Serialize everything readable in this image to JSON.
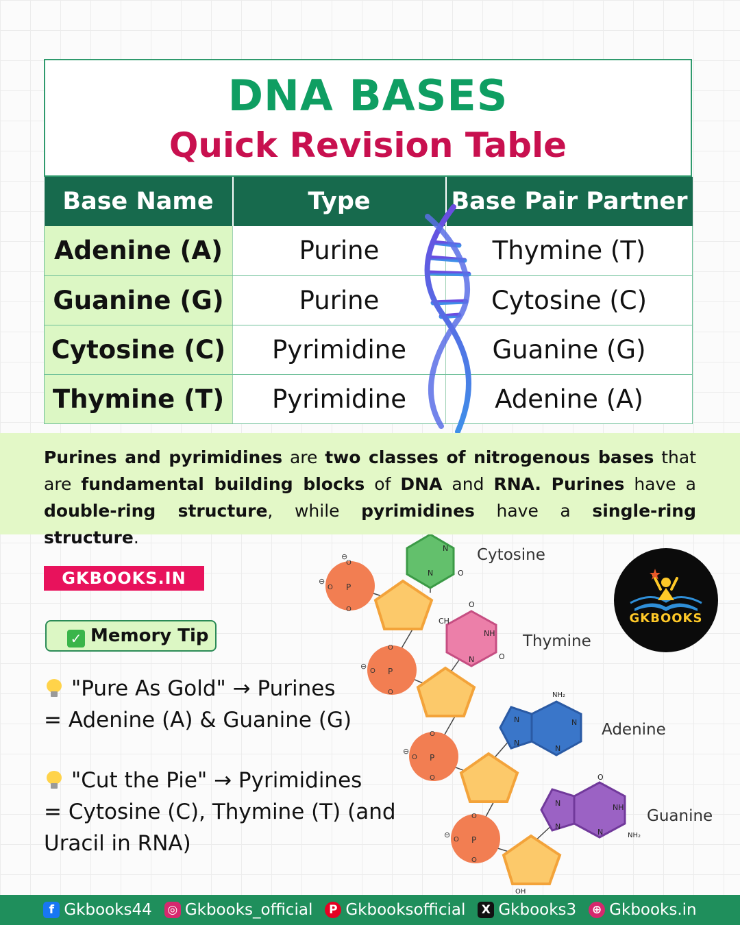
{
  "header": {
    "title": "DNA BASES",
    "subtitle": "Quick Revision Table"
  },
  "table": {
    "columns": [
      "Base Name",
      "Type",
      "Base Pair Partner"
    ],
    "rows": [
      {
        "name": "Adenine (A)",
        "type": "Purine",
        "partner": "Thymine (T)"
      },
      {
        "name": "Guanine (G)",
        "type": "Purine",
        "partner": "Cytosine (C)"
      },
      {
        "name": "Cytosine (C)",
        "type": "Pyrimidine",
        "partner": "Guanine (G)"
      },
      {
        "name": "Thymine (T)",
        "type": "Pyrimidine",
        "partner": "Adenine (A)"
      }
    ]
  },
  "info": {
    "p1": "Purines and pyrimidines",
    "p2": " are ",
    "p3": "two classes of nitrogenous bases",
    "p4": " that are ",
    "p5": "fundamental building blocks",
    "p6": " of ",
    "p7": "DNA",
    "p8": " and ",
    "p9": "RNA. Purines",
    "p10": " have a ",
    "p11": "double-ring structure",
    "p12": ", while ",
    "p13": "pyrimidines",
    "p14": " have a ",
    "p15": "single-ring structure",
    "p16": "."
  },
  "brand_tag": "GKBOOKS.IN",
  "memory_tip": {
    "label": "Memory Tip",
    "tip1_line1": "\"Pure As Gold\" → Purines",
    "tip1_line2": "= Adenine (A) & Guanine (G)",
    "tip2_line1": "\"Cut the Pie\" → Pyrimidines",
    "tip2_line2": "= Cytosine (C), Thymine (T) (and",
    "tip2_line3": "Uracil in RNA)"
  },
  "diagram": {
    "cytosine": "Cytosine",
    "thymine": "Thymine",
    "adenine": "Adenine",
    "guanine": "Guanine",
    "atom_n": "N",
    "atom_o": "O",
    "atom_p": "P",
    "atom_nh": "NH",
    "atom_nh2": "NH₂",
    "atom_ch": "CH",
    "atom_oh": "OH",
    "charge": "⊖"
  },
  "logo": {
    "text": "GKBOOKS"
  },
  "footer": {
    "facebook": "Gkbooks44",
    "instagram": "Gkbooks_official",
    "pinterest": "Gkbooksofficial",
    "x": "Gkbooks3",
    "website": "Gkbooks.in"
  },
  "colors": {
    "title_green": "#0f9e62",
    "subtitle_pink": "#c8104f",
    "header_green": "#176a4d",
    "name_cell_green": "#dcf7c4",
    "info_band": "#e3f8c7",
    "brand_pink": "#e8125c",
    "footer_green": "#1f8f5c"
  }
}
